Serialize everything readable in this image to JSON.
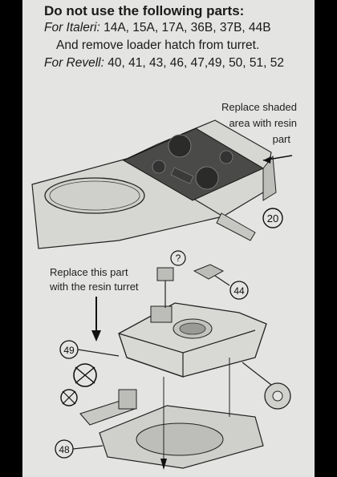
{
  "header": {
    "title": "Do not use the following parts:",
    "italeri_label": "For Italeri:",
    "italeri_parts": "14A, 15A, 17A, 36B, 37B, 44B",
    "loader_note": "And remove loader hatch from turret.",
    "revell_label": "For Revell:",
    "revell_parts": "40, 41, 43, 46, 47,49, 50, 51, 52"
  },
  "diagram_top": {
    "caption_lines": [
      "Replace shaded",
      "area with resin",
      "part"
    ],
    "step_number": "20"
  },
  "diagram_bottom": {
    "caption_lines": [
      "Replace this part",
      "with the resin turret"
    ],
    "callouts": {
      "question": "?",
      "part_44": "44",
      "part_49": "49",
      "part_48": "48"
    }
  },
  "colors": {
    "paper": "#e4e4e2",
    "ink": "#1a1a1a",
    "frame": "#000000"
  }
}
